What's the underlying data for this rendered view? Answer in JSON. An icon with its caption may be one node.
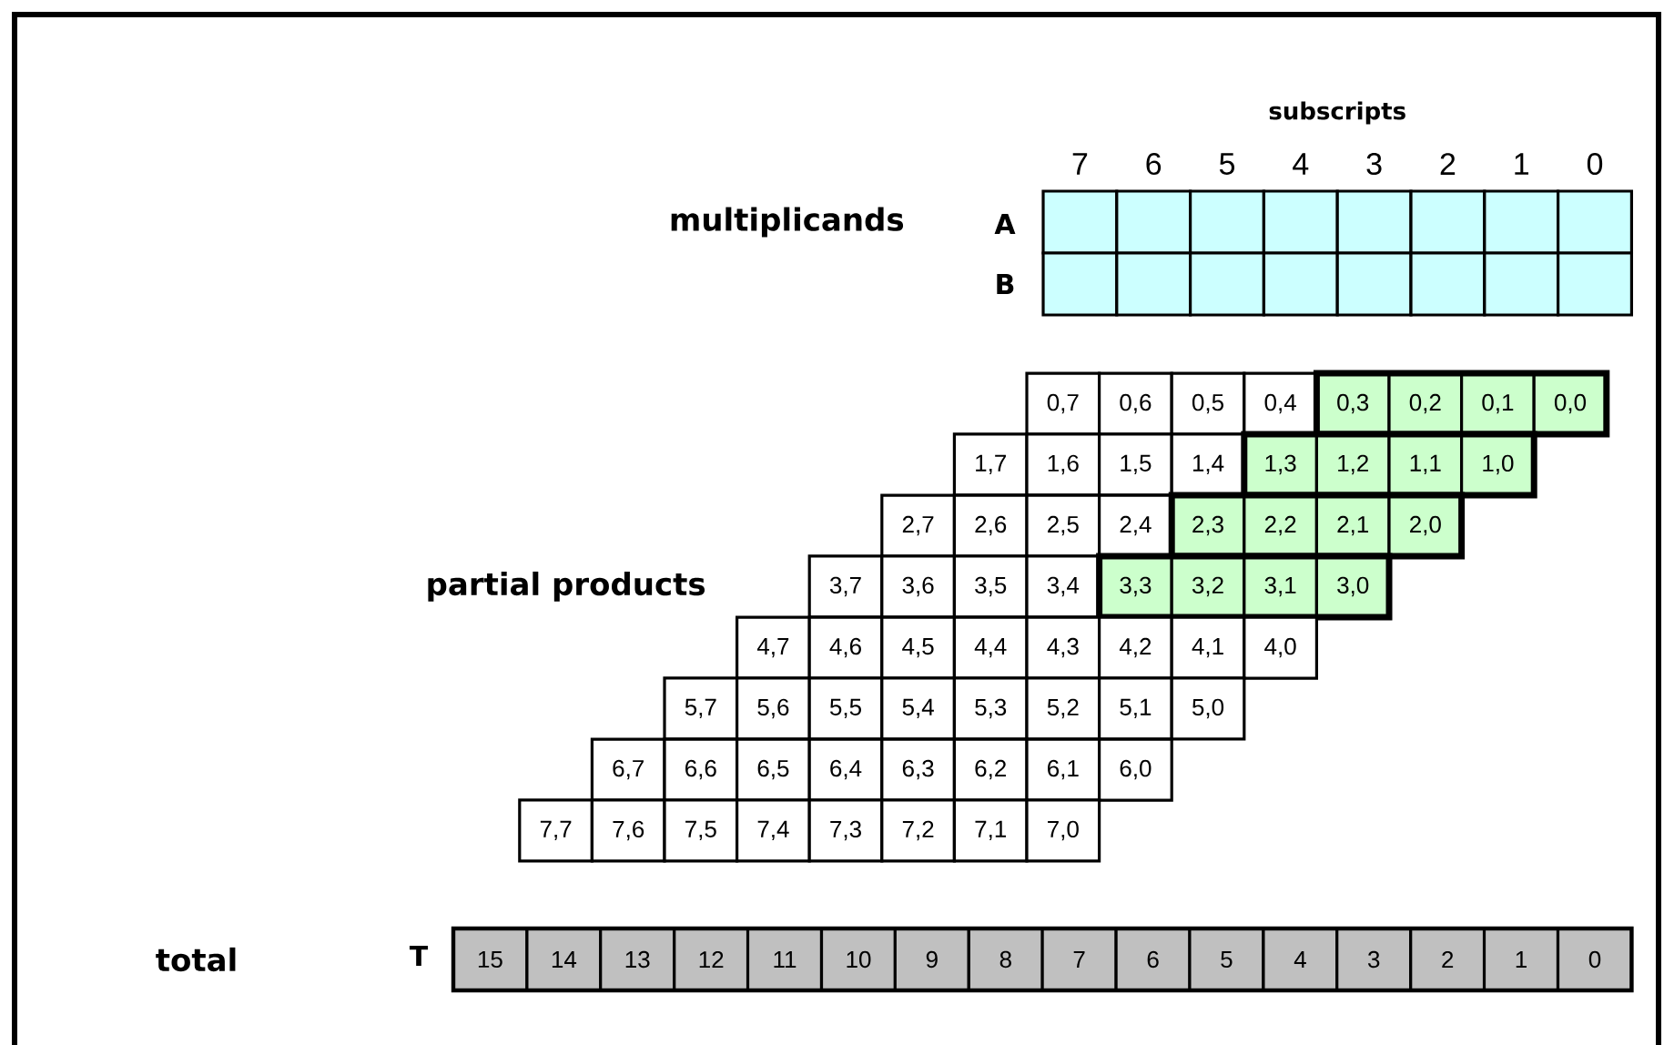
{
  "diagram": {
    "labels": [
      "subscripts",
      "7",
      "6",
      "5",
      "4",
      "3",
      "2",
      "1",
      "0",
      "multiplicands",
      "A",
      "B",
      "0,7",
      "0,6",
      "0,5",
      "0,4",
      "0,3",
      "0,2",
      "0,1",
      "0,0",
      "1,7",
      "1,6",
      "1,5",
      "1,4",
      "1,3",
      "1,2",
      "1,1",
      "1,0",
      "2,7",
      "2,6",
      "2,5",
      "2,4",
      "2,3",
      "2,2",
      "2,1",
      "2,0",
      "partial products",
      "3,7",
      "3,6",
      "3,5",
      "3,4",
      "3,3",
      "3,2",
      "3,1",
      "3,0",
      "4,7",
      "4,6",
      "4,5",
      "4,4",
      "4,3",
      "4,2",
      "4,1",
      "4,0",
      "5,7",
      "5,6",
      "5,5",
      "5,4",
      "5,3",
      "5,2",
      "5,1",
      "5,0",
      "6,7",
      "6,6",
      "6,5",
      "6,4",
      "6,3",
      "6,2",
      "6,1",
      "6,0",
      "7,7",
      "7,6",
      "7,5",
      "7,4",
      "7,3",
      "7,2",
      "7,1",
      "7,0",
      "total",
      "T",
      "15",
      "14",
      "13",
      "12",
      "11",
      "10",
      "9",
      "8",
      "7",
      "6",
      "5",
      "4",
      "3",
      "2",
      "1",
      "0"
    ]
  }
}
